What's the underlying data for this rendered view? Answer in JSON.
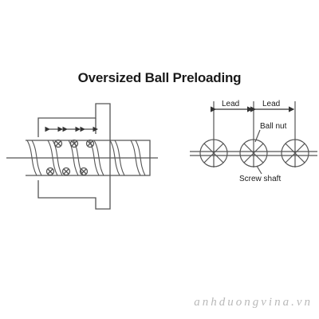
{
  "title": "Oversized Ball Preloading",
  "labels": {
    "lead_1": "Lead",
    "lead_2": "Lead",
    "ball_nut": "Ball nut",
    "screw_shaft": "Screw shaft"
  },
  "watermark": "anhduongvina.vn",
  "colors": {
    "line": "#555555",
    "text": "#1a1a1a",
    "watermark": "#b9b9b9"
  }
}
